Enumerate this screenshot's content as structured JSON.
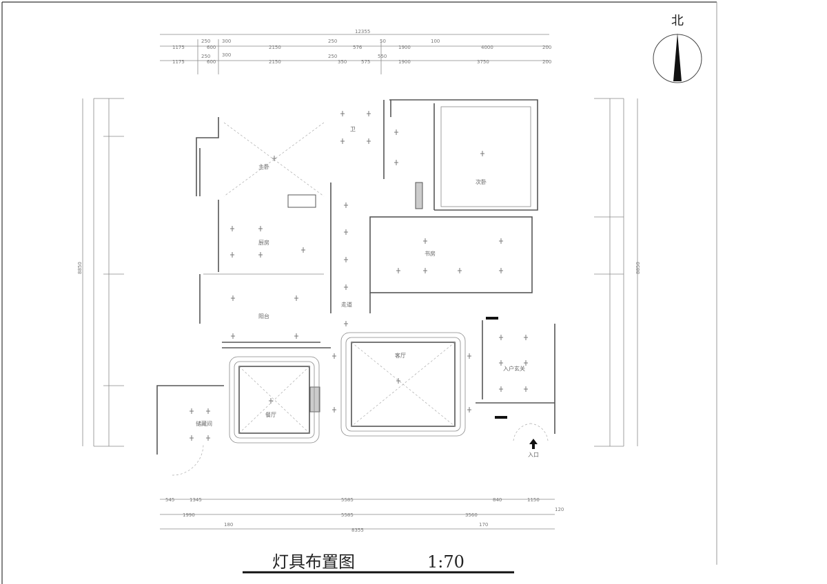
{
  "drawing": {
    "title": "灯具布置图",
    "scale": "1:70",
    "north_label": "北",
    "north_icon": "north-arrow-icon"
  },
  "dimensions": {
    "top_total": "12355",
    "top_row1": [
      "1175",
      "250",
      "600",
      "300",
      "2150",
      "250",
      "576",
      "50",
      "1900",
      "100",
      "4000",
      "200"
    ],
    "top_row2": [
      "1175",
      "250",
      "600",
      "300",
      "2150",
      "250",
      "350",
      "575",
      "550",
      "1900",
      "3750",
      "200"
    ],
    "bottom_row1": [
      "545",
      "1345",
      "5585",
      "840",
      "1150"
    ],
    "bottom_row2": [
      "1990",
      "5585",
      "3560"
    ],
    "bottom_offsets": [
      "180",
      "170",
      "120"
    ],
    "bottom_total": "8355",
    "left_total": "8850",
    "right_total": "8850"
  },
  "rooms": {
    "master_bedroom": "主卧",
    "bathroom": "卫",
    "bedroom": "次卧",
    "kitchen": "厨房",
    "study": "书房",
    "corridor": "走道",
    "balcony": "阳台",
    "living_room": "客厅",
    "dining_room": "餐厅",
    "storage": "储藏间",
    "entry_hall": "入户玄关",
    "entrance": "入口"
  }
}
